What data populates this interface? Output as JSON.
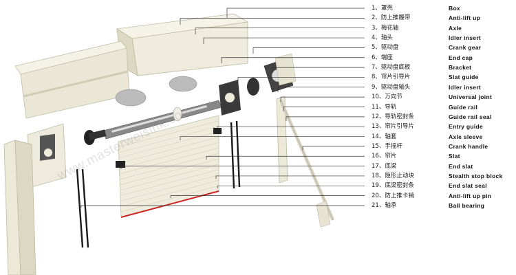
{
  "colors": {
    "panel_face": "#f3f1e4",
    "panel_shade": "#dcd9c6",
    "panel_dark": "#c9c5ae",
    "leader_line": "#333333",
    "guide_rail": "#1a1a1a",
    "seal_red": "#cc2222"
  },
  "watermark": "www.masterweisink.com",
  "legend": [
    {
      "num": "1、",
      "cn": "罩壳",
      "en": "Box"
    },
    {
      "num": "2、",
      "cn": "防上推履带",
      "en": "Anti-lift up"
    },
    {
      "num": "3、",
      "cn": "梅花轴",
      "en": "Axle"
    },
    {
      "num": "4、",
      "cn": "轴头",
      "en": "Idler insert"
    },
    {
      "num": "5、",
      "cn": "驱动盘",
      "en": "Crank gear"
    },
    {
      "num": "6、",
      "cn": "端座",
      "en": "End cap"
    },
    {
      "num": "7、",
      "cn": "驱动盘底板",
      "en": "Bracket"
    },
    {
      "num": "8、",
      "cn": "帘片引导片",
      "en": "Slat guide"
    },
    {
      "num": "9、",
      "cn": "驱动盘轴头",
      "en": "Idler insert"
    },
    {
      "num": "10、",
      "cn": "万向节",
      "en": "Universal joint"
    },
    {
      "num": "11、",
      "cn": "导轨",
      "en": "Guide rail"
    },
    {
      "num": "12、",
      "cn": "导轨密封条",
      "en": "Guide rail seal"
    },
    {
      "num": "13、",
      "cn": "帘片引导片",
      "en": "Entry guide"
    },
    {
      "num": "14、",
      "cn": "轴套",
      "en": "Axle sleeve"
    },
    {
      "num": "15、",
      "cn": "手摇杆",
      "en": "Crank handle"
    },
    {
      "num": "16、",
      "cn": "帘片",
      "en": "Slat"
    },
    {
      "num": "17、",
      "cn": "底梁",
      "en": "End slat"
    },
    {
      "num": "18、",
      "cn": "隐形止动块",
      "en": "Stealth stop block"
    },
    {
      "num": "19、",
      "cn": "底梁密封条",
      "en": "End slat seal"
    },
    {
      "num": "20、",
      "cn": "防上推卡销",
      "en": "Anti-lift up pin"
    },
    {
      "num": "21、",
      "cn": "轴承",
      "en": "Ball bearing"
    }
  ]
}
